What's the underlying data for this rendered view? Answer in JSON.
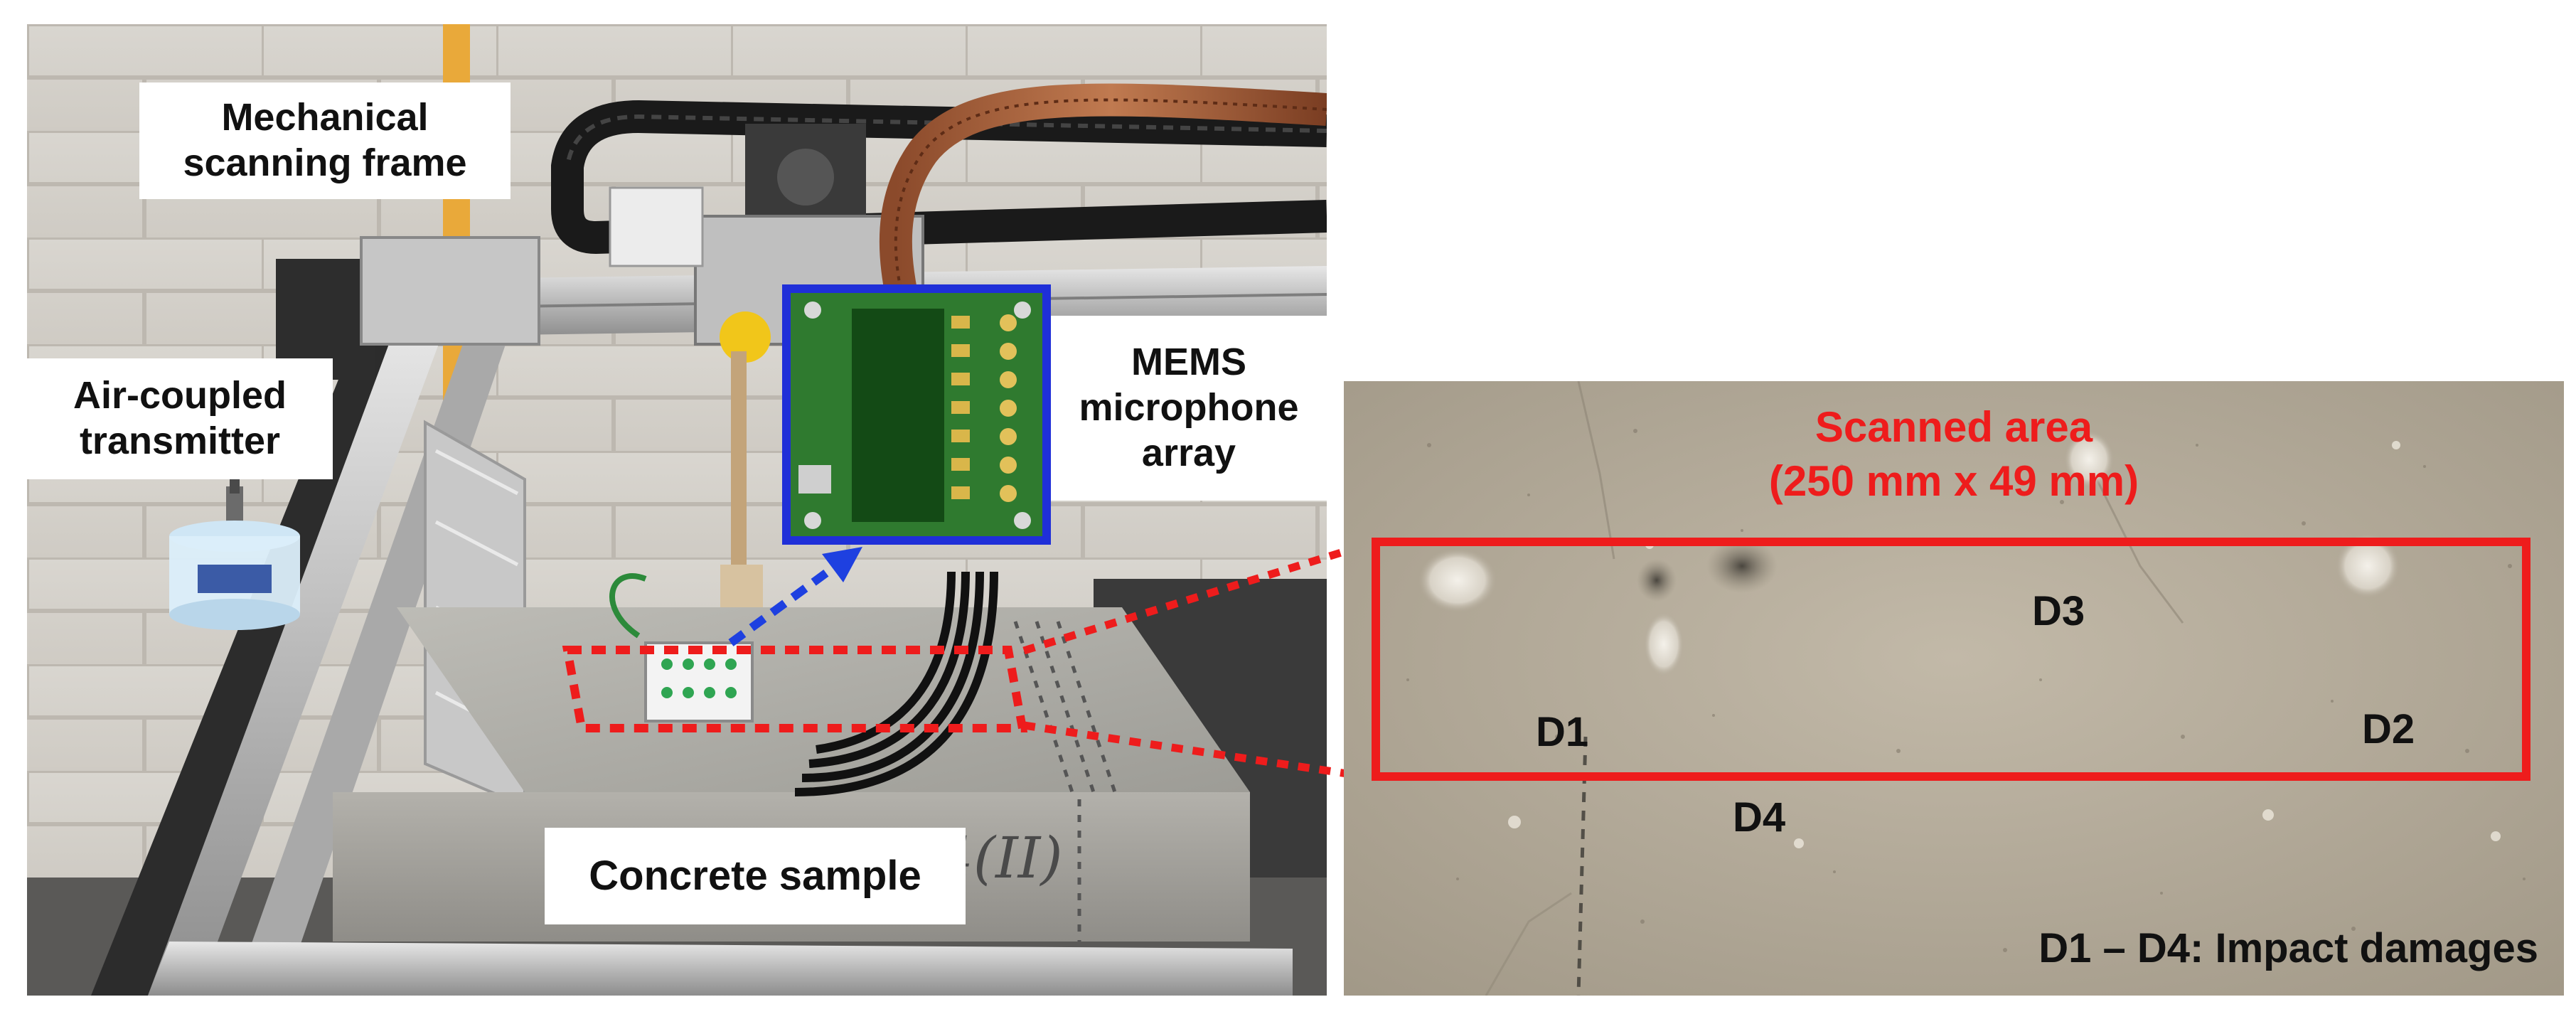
{
  "left_photo": {
    "labels": {
      "scanning_frame": "Mechanical\nscanning frame",
      "transmitter": "Air-coupled\ntransmitter",
      "mic_array": "MEMS\nmicrophone\narray",
      "concrete_sample": "Concrete sample",
      "sample_marking": "4(II)"
    }
  },
  "right_photo": {
    "scanned_area_title": "Scanned area",
    "scanned_area_dims": "(250 mm x 49 mm)",
    "damages": {
      "d1": "D1",
      "d2": "D2",
      "d3": "D3",
      "d4": "D4"
    },
    "legend": "D1 – D4: Impact damages"
  },
  "colors": {
    "highlight_red": "#ee1c1c",
    "pcb_border_blue": "#1f2fd8",
    "pcb_green": "#2f7a2f",
    "arrow_blue": "#1e40e0",
    "concrete_gray": "#a5a49e",
    "surface_tan": "#b4ab9a"
  }
}
